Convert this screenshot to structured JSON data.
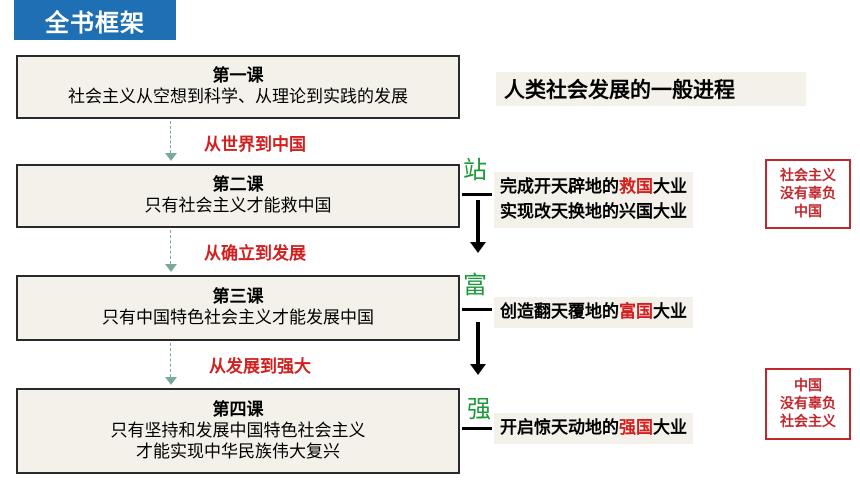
{
  "title": "全书框架",
  "header": "人类社会发展的一般进程",
  "lessons": [
    {
      "title": "第一课",
      "lines": [
        "社会主义从空想到科学、从理论到实践的发展"
      ]
    },
    {
      "title": "第二课",
      "lines": [
        "只有社会主义才能救中国"
      ]
    },
    {
      "title": "第三课",
      "lines": [
        "只有中国特色社会主义才能发展中国"
      ]
    },
    {
      "title": "第四课",
      "lines": [
        "只有坚持和发展中国特色社会主义",
        "才能实现中华民族伟大复兴"
      ]
    }
  ],
  "transitions": [
    "从世界到中国",
    "从确立到发展",
    "从发展到强大"
  ],
  "stages": [
    "站",
    "富",
    "强"
  ],
  "tasks": {
    "stand": [
      {
        "pre": "完成开天辟地的",
        "hl": "救国",
        "post": "大业"
      },
      {
        "pre": "实现改天换地的兴国大业",
        "hl": "",
        "post": ""
      }
    ],
    "rich": {
      "pre": "创造翻天覆地的",
      "hl": "富国",
      "post": "大业"
    },
    "strong": {
      "pre": "开启惊天动地的",
      "hl": "强国",
      "post": "大业"
    }
  },
  "side_notes": [
    [
      "社会主义",
      "没有辜负",
      "中国"
    ],
    [
      "中国",
      "没有辜负",
      "社会主义"
    ]
  ],
  "colors": {
    "title_bg": "#1f6fb5",
    "highlight": "#d21f1f",
    "stage_char": "#1a9a3a",
    "box_bg": "#f4f1ea",
    "note_border": "#c0282d"
  }
}
